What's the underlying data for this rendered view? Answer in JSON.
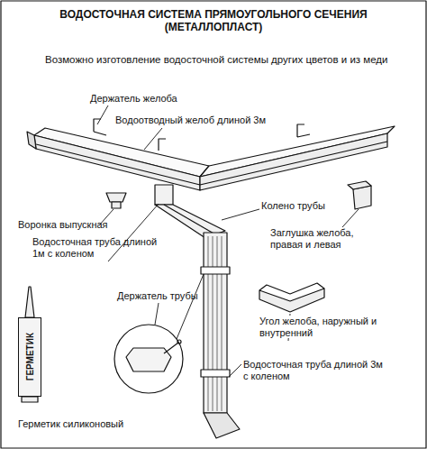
{
  "diagram": {
    "title": "ВОДОСТОЧНАЯ СИСТЕМА ПРЯМОУГОЛЬНОГО СЕЧЕНИЯ (МЕТАЛЛОПЛАСТ)",
    "nodes": [
      {
        "text": [
          "ГЕРМЕТИК"
        ]
      }
    ],
    "labels": [
      "Возможно изготовление водосточной системы других цветов и из меди",
      "Держатель желоба",
      "Водоотводный желоб длиной 3м",
      "Воронка выпускная",
      "Колено трубы",
      "Заглушка желоба, правая и левая",
      "Водосточная труба длиной 1м с коленом",
      "Держатель трубы",
      "Угол желоба, наружный и внутренний",
      "Водосточная труба длиной 3м с коленом",
      "Герметик силиконовый"
    ]
  }
}
